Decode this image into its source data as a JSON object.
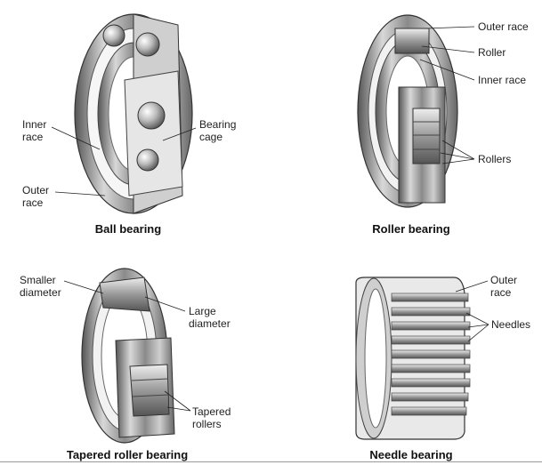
{
  "panels": {
    "ball": {
      "caption": "Ball bearing",
      "labels": {
        "inner_race": [
          "Inner",
          "race"
        ],
        "bearing_cage": [
          "Bearing",
          "cage"
        ],
        "outer_race": [
          "Outer",
          "race"
        ]
      }
    },
    "roller": {
      "caption": "Roller bearing",
      "labels": {
        "outer_race": "Outer race",
        "roller": "Roller",
        "inner_race": "Inner race",
        "rollers": "Rollers"
      }
    },
    "tapered": {
      "caption": "Tapered roller bearing",
      "labels": {
        "smaller_diameter": [
          "Smaller",
          "diameter"
        ],
        "large_diameter": [
          "Large",
          "diameter"
        ],
        "tapered_rollers": [
          "Tapered",
          "rollers"
        ]
      }
    },
    "needle": {
      "caption": "Needle bearing",
      "labels": {
        "outer_race": [
          "Outer",
          "race"
        ],
        "needles": "Needles"
      }
    }
  }
}
